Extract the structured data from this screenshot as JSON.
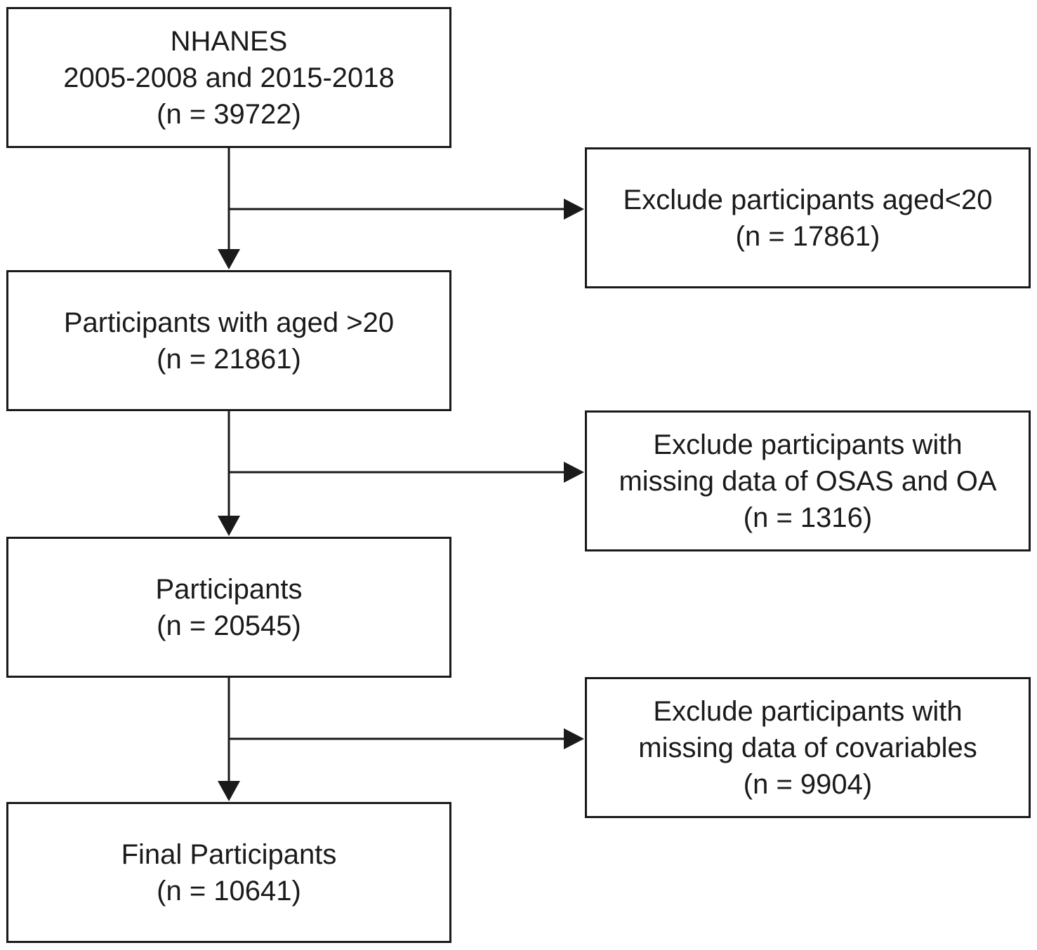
{
  "flowchart": {
    "main_steps": [
      {
        "lines": [
          "NHANES",
          "2005-2008 and 2015-2018",
          "(n = 39722)"
        ]
      },
      {
        "lines": [
          "Participants with aged >20",
          "(n = 21861)"
        ]
      },
      {
        "lines": [
          "Participants",
          "(n = 20545)"
        ]
      },
      {
        "lines": [
          "Final Participants",
          "(n = 10641)"
        ]
      }
    ],
    "exclusions": [
      {
        "lines": [
          "Exclude participants aged<20",
          "(n = 17861)"
        ]
      },
      {
        "lines": [
          "Exclude participants with",
          "missing data of OSAS and OA",
          "(n = 1316)"
        ]
      },
      {
        "lines": [
          "Exclude participants with",
          "missing data of covariables",
          "(n = 9904)"
        ]
      }
    ]
  }
}
